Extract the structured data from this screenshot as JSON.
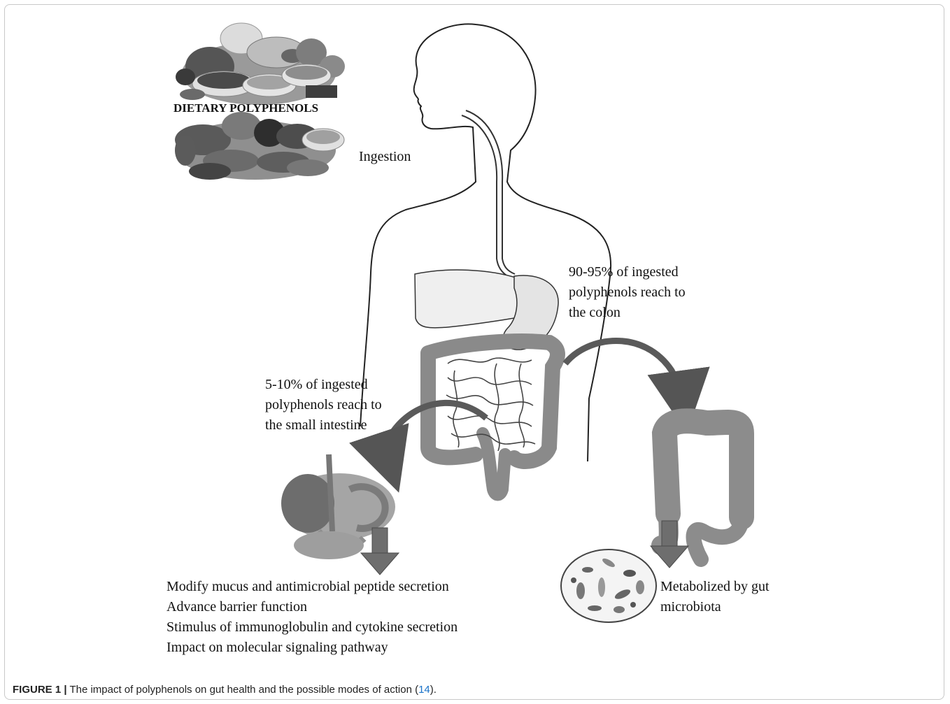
{
  "food_image": {
    "label": "DIETARY POLYPHENOLS"
  },
  "labels": {
    "ingestion": "Ingestion",
    "colon_reach": [
      "90-95% of ingested",
      "polyphenols  reach to",
      "the colon"
    ],
    "small_intestine_reach": [
      "5-10% of ingested",
      "polyphenols  reach to",
      "the small intestine"
    ],
    "small_intestine_effects": [
      "Modify mucus and antimicrobial peptide secretion",
      "Advance barrier function",
      "Stimulus of immunoglobulin and cytokine secretion",
      "Impact on molecular signaling pathway"
    ],
    "microbiota_effect": [
      "Metabolized by gut",
      "microbiota"
    ]
  },
  "caption": {
    "label": "FIGURE 1 |",
    "text": " The impact of polyphenols on gut health and the possible modes of action (",
    "ref": "14",
    "end": ")."
  },
  "colors": {
    "organ_gray": "#8a8a8a",
    "arrow_gray": "#6e6e6e",
    "ref_link": "#1a73c9"
  }
}
